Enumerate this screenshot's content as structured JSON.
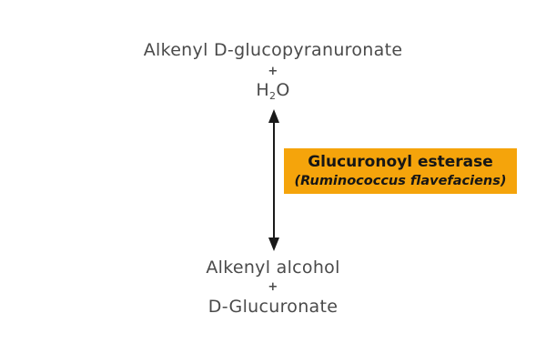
{
  "colors": {
    "background": "#ffffff",
    "body_text": "#4a4a4a",
    "enzyme_box_background": "#F5A40B",
    "enzyme_text": "#161616",
    "arrow": "#1a1a1a"
  },
  "reaction": {
    "substrates": {
      "compound1": "Alkenyl D-glucopyranuronate",
      "plus": "+",
      "water": {
        "h": "H",
        "subscript": "2",
        "o": "O"
      }
    },
    "enzyme": {
      "name": "Glucuronoyl esterase",
      "paren_open": "(",
      "organism": "Ruminococcus flavefaciens",
      "paren_close": ")"
    },
    "products": {
      "compound1": "Alkenyl alcohol",
      "plus": "+",
      "compound2": "D-Glucuronate"
    }
  }
}
